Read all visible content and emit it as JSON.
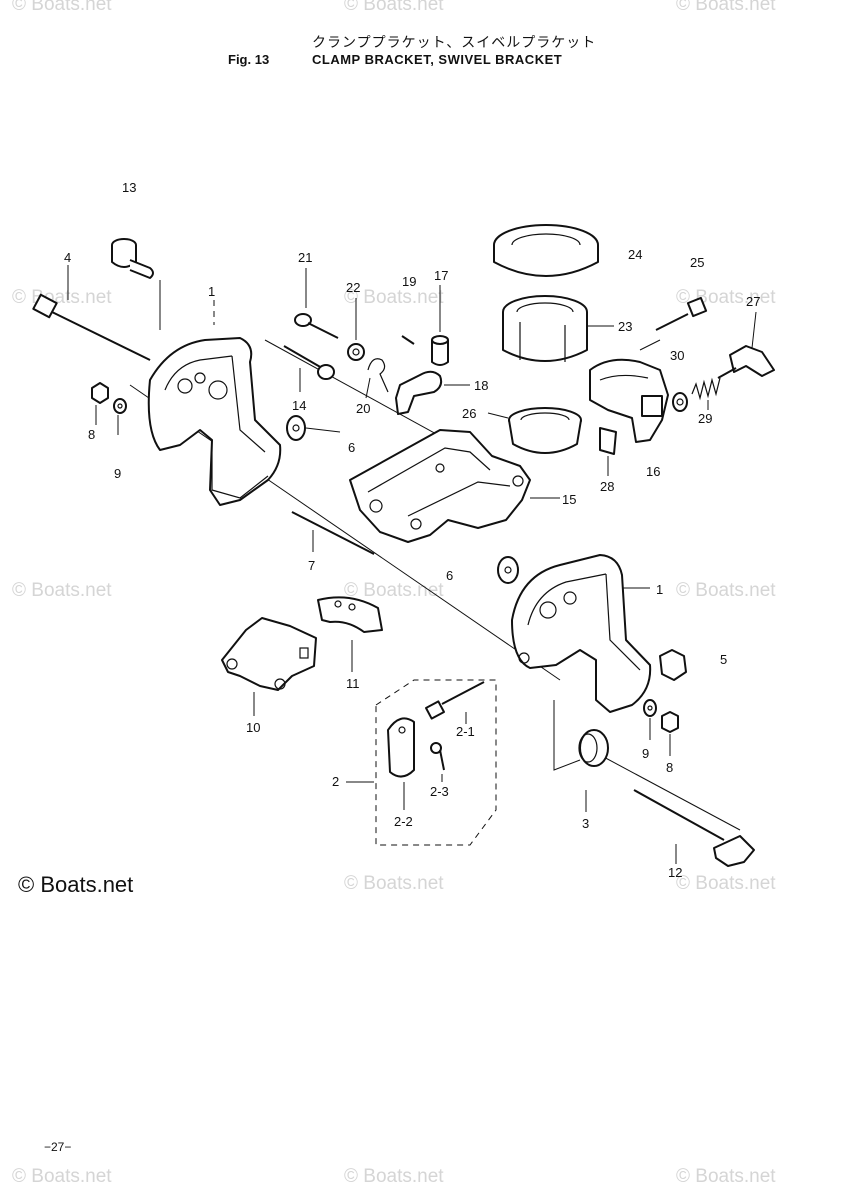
{
  "header": {
    "title_jp": "クランププラケット、スイベルプラケット",
    "fig_number": "Fig. 13",
    "title_en": "CLAMP BRACKET, SWIVEL BRACKET"
  },
  "callouts": {
    "c13": "13",
    "c4": "4",
    "c1a": "1",
    "c21": "21",
    "c22": "22",
    "c19": "19",
    "c17": "17",
    "c24": "24",
    "c25": "25",
    "c23": "23",
    "c27": "27",
    "c30": "30",
    "c18": "18",
    "c14": "14",
    "c20": "20",
    "c26": "26",
    "c29": "29",
    "c8a": "8",
    "c9a": "9",
    "c6a": "6",
    "c28": "28",
    "c16": "16",
    "c15": "15",
    "c7": "7",
    "c6b": "6",
    "c1b": "1",
    "c5": "5",
    "c11": "11",
    "c10": "10",
    "c21sub": "2-1",
    "c9b": "9",
    "c8b": "8",
    "c2": "2",
    "c23sub": "2-3",
    "c22sub": "2-2",
    "c3": "3",
    "c12": "12"
  },
  "watermark": {
    "text": "© Boats.net",
    "strong_text": "© Boats.net"
  },
  "page_number": "−27−"
}
